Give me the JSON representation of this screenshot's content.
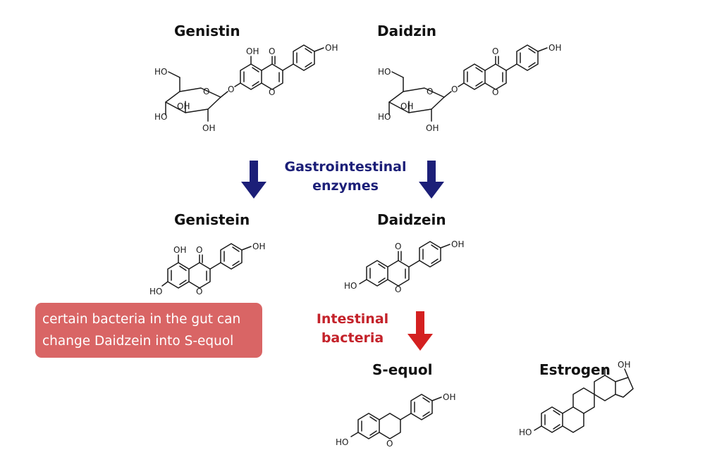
{
  "titles": {
    "genistin": "Genistin",
    "daidzin": "Daidzin",
    "genistein": "Genistein",
    "daidzein": "Daidzein",
    "s_equol": "S-equol",
    "estrogen": "Estrogen"
  },
  "steps": {
    "gi_enzymes": [
      "Gastrointestinal",
      "enzymes"
    ],
    "intestinal_bacteria": [
      "Intestinal",
      "bacteria"
    ]
  },
  "note": {
    "lines": [
      "certain bacteria in the gut can",
      "change Daidzein into S-equol"
    ]
  },
  "atom_labels": {
    "oh": "OH",
    "ho": "HO",
    "o": "O"
  },
  "colors": {
    "arrow_blue": "#1c1f78",
    "arrow_red": "#d42020",
    "enzymes_text": "#1c1f78",
    "bacteria_text": "#c4222a",
    "note_bg": "#d96565"
  }
}
